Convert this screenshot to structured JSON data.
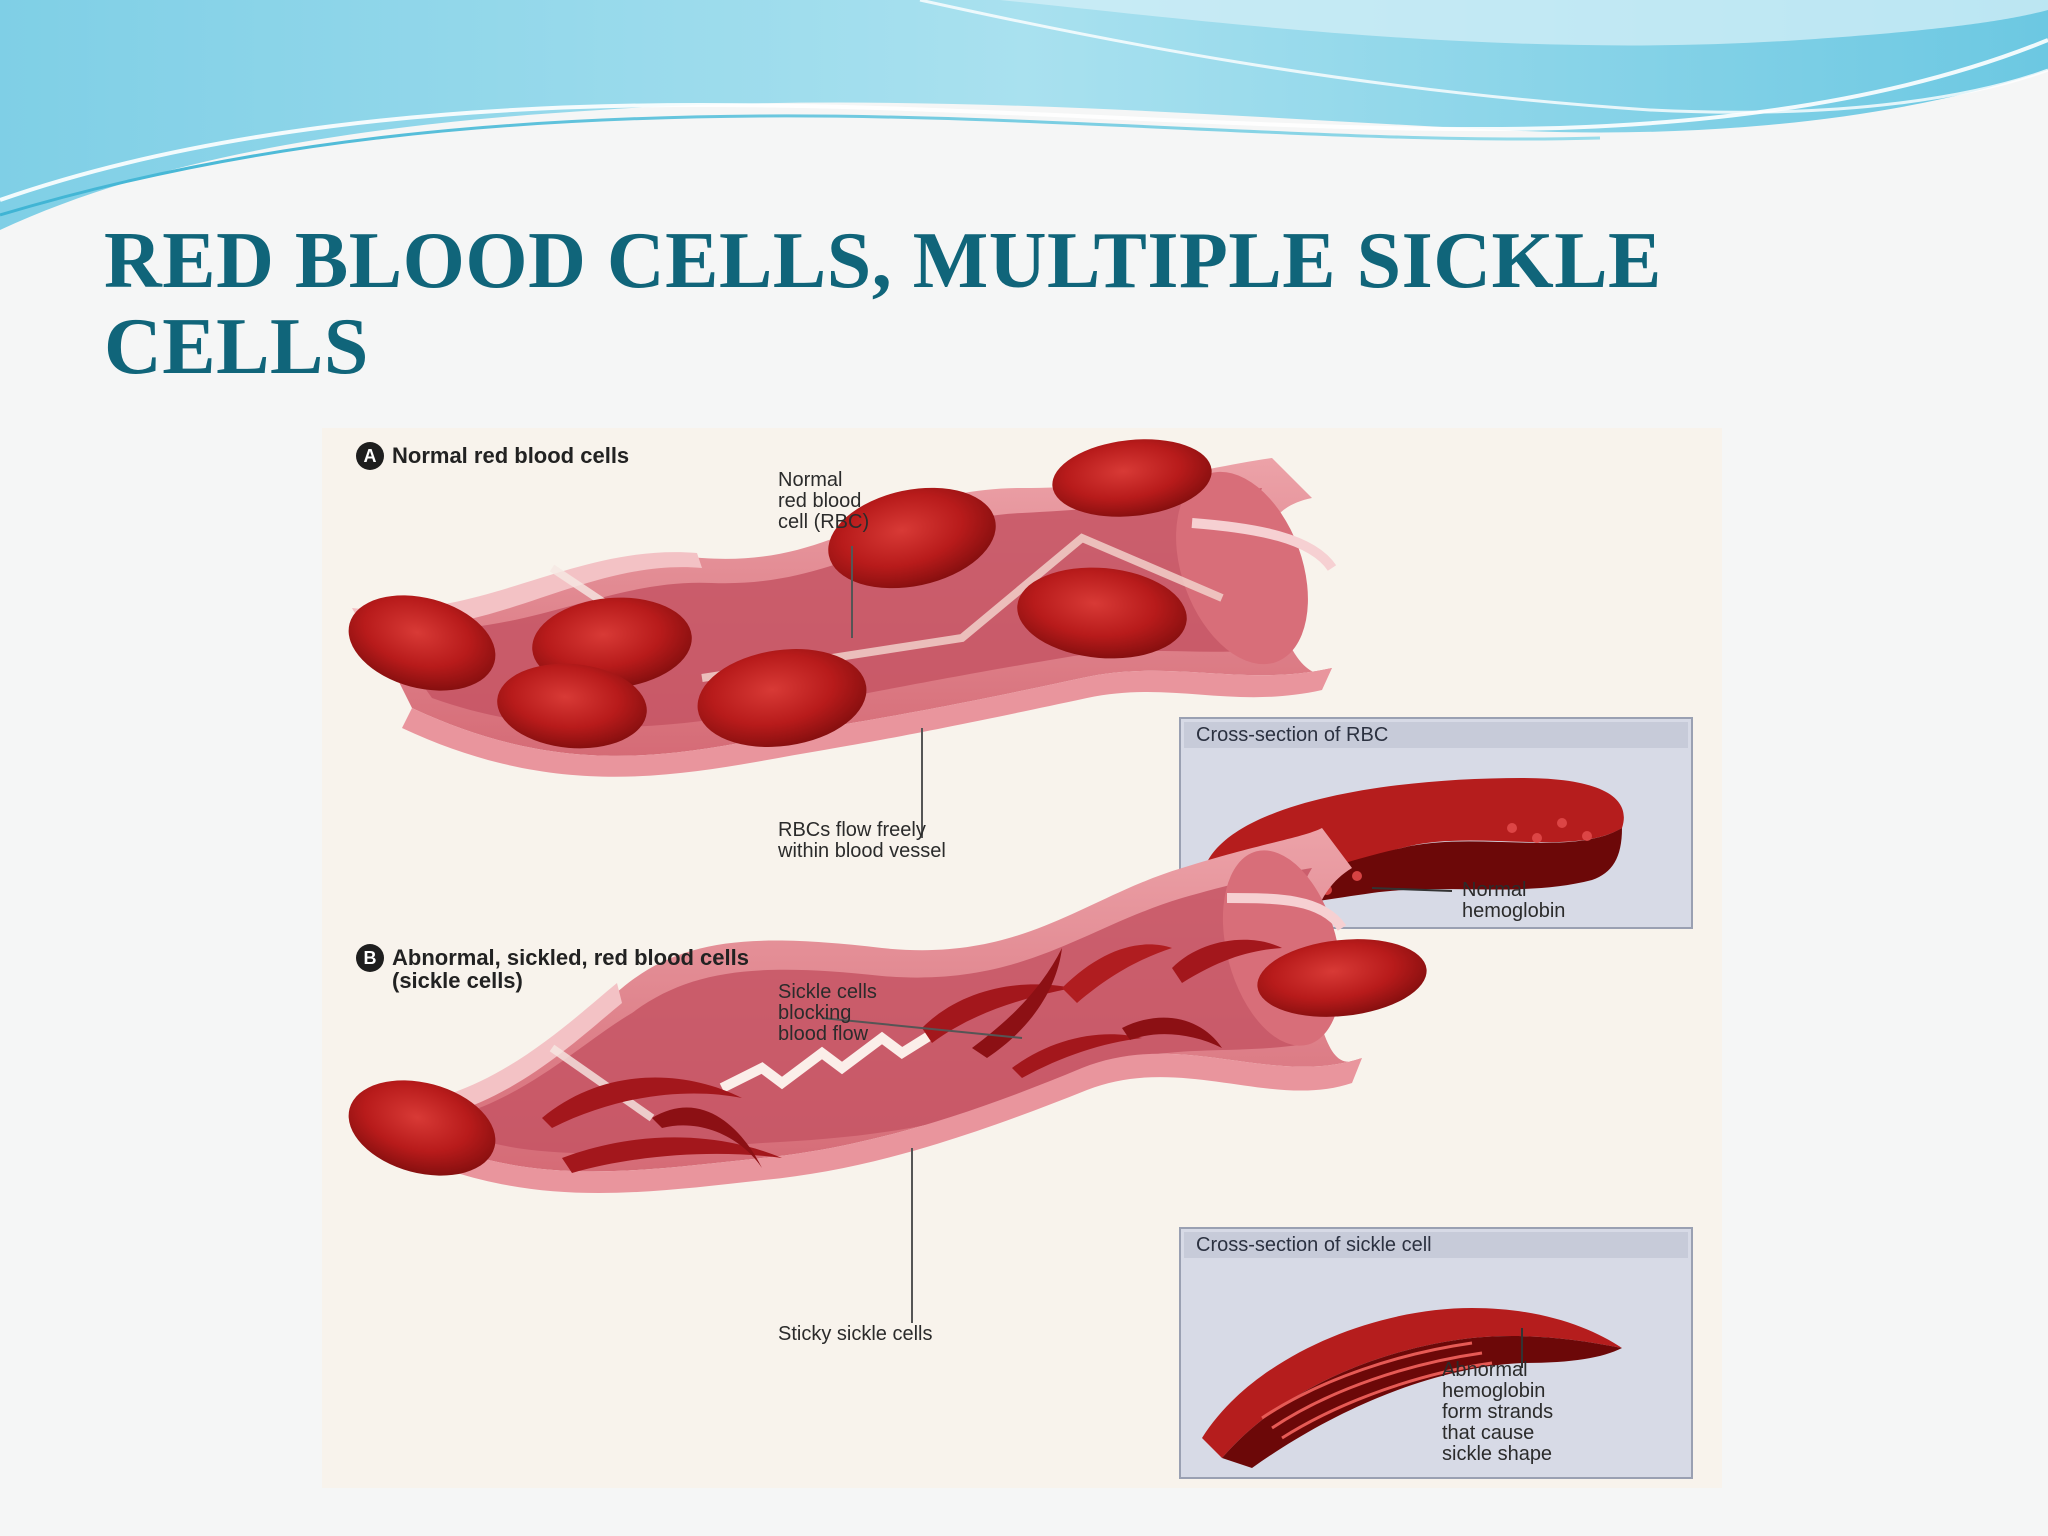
{
  "slide": {
    "title": "RED BLOOD CELLS, MULTIPLE SICKLE CELLS",
    "colors": {
      "title": "#10657a",
      "wave_light": "#cfeef6",
      "wave_mid": "#8fd6e8",
      "wave_dark": "#3fb4d4"
    }
  },
  "figure": {
    "panel_a": {
      "badge": "A",
      "title": "Normal red blood cells",
      "callout_rbc": "Normal\nred blood\ncell (RBC)",
      "callout_flow": "RBCs flow freely\nwithin blood vessel",
      "inset_title": "Cross-section of RBC",
      "inset_label": "Normal\nhemoglobin"
    },
    "panel_b": {
      "badge": "B",
      "title": "Abnormal, sickled, red blood cells\n(sickle cells)",
      "callout_block": "Sickle cells\nblocking\nblood flow",
      "callout_sticky": "Sticky sickle cells",
      "inset_title": "Cross-section of sickle cell",
      "inset_label": "Abnormal\nhemoglobin\nform strands\nthat cause\nsickle shape"
    },
    "colors": {
      "vessel": "#e3838d",
      "vessel_inner": "#b94a56",
      "cell": "#c21f1f",
      "cell_dark": "#8e1010",
      "inset_bg": "#d7dae6"
    }
  }
}
